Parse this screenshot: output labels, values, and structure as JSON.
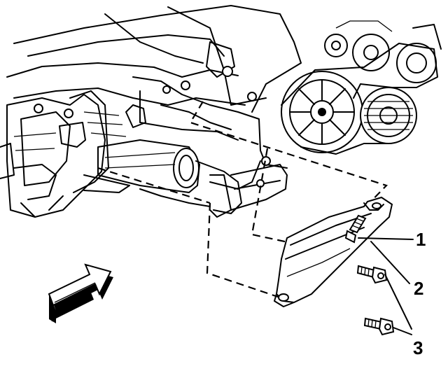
{
  "callouts": [
    {
      "id": "1",
      "text": "1"
    },
    {
      "id": "2",
      "text": "2"
    },
    {
      "id": "3",
      "text": "3"
    }
  ],
  "colors": {
    "ink": "#000000",
    "paper": "#ffffff"
  },
  "icons": {
    "direction_arrow": "front-arrow-icon"
  }
}
